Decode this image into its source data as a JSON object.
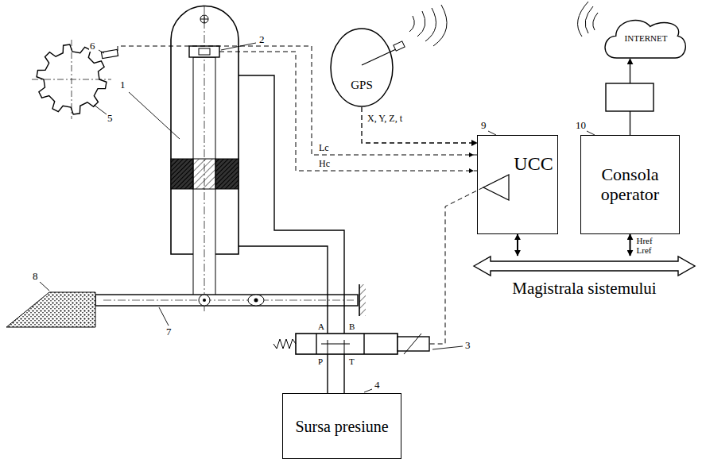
{
  "diagram": {
    "nodes": [
      {
        "text": [
          "GPS"
        ]
      },
      {
        "text": [
          "INTERNET"
        ]
      },
      {
        "text": [
          "UCC"
        ]
      },
      {
        "text": [
          "Consola operator"
        ]
      },
      {
        "text": [
          "Magistrala sistemului"
        ]
      },
      {
        "text": [
          "Sursa presiune"
        ]
      }
    ],
    "edges": [
      {
        "from": 0,
        "to": 2,
        "arrow": "to",
        "label": "X, Y, Z, t"
      },
      {
        "from": 3,
        "to": 1,
        "arrow": "to"
      },
      {
        "from": 2,
        "to": 4,
        "arrow": "both"
      },
      {
        "from": 3,
        "to": 4,
        "arrow": "both",
        "label": "Href Lref"
      }
    ],
    "labels": [
      "1",
      "2",
      "3",
      "4",
      "5",
      "6",
      "7",
      "8",
      "9",
      "10",
      "Lc",
      "Hc",
      "A",
      "B",
      "P",
      "T"
    ]
  }
}
